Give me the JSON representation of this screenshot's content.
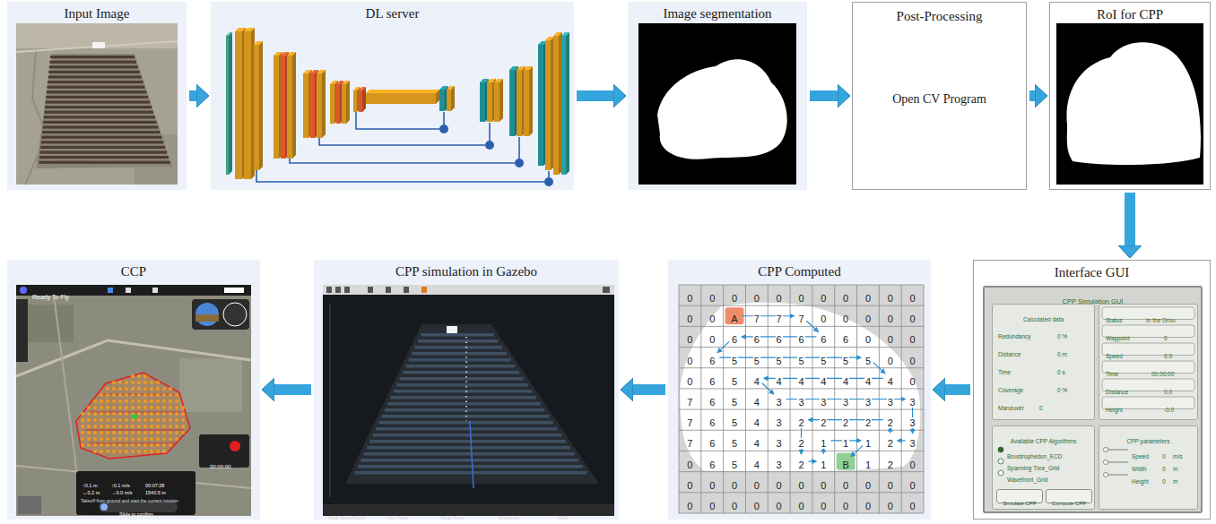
{
  "diagram": {
    "nodes": [
      {
        "text": [
          "Input Image"
        ]
      },
      {
        "text": [
          "DL server"
        ]
      },
      {
        "text": [
          "Image segmentation"
        ]
      },
      {
        "text": [
          "Post-Processing",
          "Open CV Program"
        ]
      },
      {
        "text": [
          "RoI for CPP"
        ]
      },
      {
        "text": [
          "CCP"
        ]
      },
      {
        "text": [
          "CPP simulation in Gazebo"
        ]
      },
      {
        "text": [
          "CPP Computed"
        ]
      },
      {
        "text": [
          "Interface GUI"
        ]
      },
      {
        "text": [
          "CPP Simulation GUI"
        ],
        "in": 8
      },
      {
        "text": [
          "Calculated data",
          "Redundancy",
          "0 %",
          "Distance",
          "0 m",
          "Time",
          "0 s",
          "Coverage",
          "0 %",
          "Maneuver",
          "0"
        ],
        "in": 9
      },
      {
        "text": [
          "Status",
          "In the Grou",
          "Waypoint",
          "0",
          "Speed",
          "0.0",
          "Time",
          "00:00:00",
          "Distance",
          "0.0",
          "Height",
          "-0.0"
        ],
        "in": 9
      },
      {
        "text": [
          "Available CPP Algorithms",
          "Boustrophedon_ECD",
          "Spanning Tree_Grid",
          "Wavefront_Grid"
        ],
        "in": 9
      },
      {
        "text": [
          "Simulate CPP"
        ],
        "in": 12
      },
      {
        "text": [
          "Compute CPP"
        ],
        "in": 12
      },
      {
        "text": [
          "CPP parameters",
          "Speed",
          "0",
          "m/s",
          "Width",
          "0",
          "m",
          "Height",
          "0",
          "m"
        ],
        "in": 9
      }
    ],
    "edges": [
      {
        "from": 0,
        "to": 1,
        "arrow": "to"
      },
      {
        "from": 1,
        "to": 2,
        "arrow": "to"
      },
      {
        "from": 2,
        "to": 3,
        "arrow": "to"
      },
      {
        "from": 3,
        "to": 4,
        "arrow": "to"
      },
      {
        "from": 4,
        "to": 8,
        "arrow": "to"
      },
      {
        "from": 8,
        "to": 7,
        "arrow": "to"
      },
      {
        "from": 7,
        "to": 6,
        "arrow": "to"
      },
      {
        "from": 6,
        "to": 5,
        "arrow": "to"
      }
    ],
    "labels": [
      "Ready To Fly",
      "00:00:00",
      "↑0.1 m",
      "↑0.1 m/s",
      "00:07:28",
      "↔0.2 m",
      "→0.0 m/s",
      "1540.5 m",
      "Takeoff from ground and start the current mission",
      "Slide to confirm",
      "Real Time Factor",
      "Sim Time",
      "Real Time",
      "Iterations",
      "FPS",
      "0",
      "0",
      "0",
      "0",
      "0",
      "0",
      "0",
      "0",
      "0",
      "0",
      "0",
      "0",
      "0",
      "A",
      "7",
      "7",
      "7",
      "0",
      "0",
      "0",
      "0",
      "0",
      "0",
      "0",
      "6",
      "6",
      "6",
      "6",
      "6",
      "6",
      "0",
      "0",
      "0",
      "0",
      "6",
      "5",
      "5",
      "5",
      "5",
      "5",
      "5",
      "5",
      "0",
      "0",
      "0",
      "6",
      "5",
      "4",
      "4",
      "4",
      "4",
      "4",
      "4",
      "4",
      "0",
      "7",
      "6",
      "5",
      "4",
      "3",
      "3",
      "3",
      "3",
      "3",
      "3",
      "3",
      "7",
      "6",
      "5",
      "4",
      "3",
      "2",
      "2",
      "2",
      "2",
      "2",
      "3",
      "7",
      "6",
      "5",
      "4",
      "3",
      "2",
      "1",
      "1",
      "1",
      "2",
      "3",
      "0",
      "6",
      "5",
      "4",
      "3",
      "2",
      "1",
      "B",
      "1",
      "2",
      "0",
      "0",
      "0",
      "0",
      "0",
      "0",
      "0",
      "0",
      "0",
      "0",
      "0",
      "0",
      "0",
      "0",
      "0",
      "0",
      "0",
      "0",
      "0",
      "0",
      "0",
      "0",
      "0"
    ]
  }
}
